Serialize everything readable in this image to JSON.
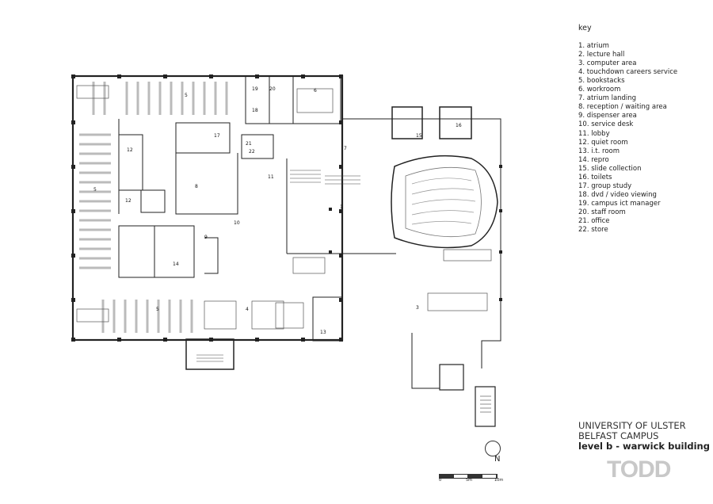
{
  "key": {
    "title": "key",
    "items": [
      "1. atrium",
      "2. lecture hall",
      "3. computer area",
      "4. touchdown careers service",
      "5. bookstacks",
      "6. workroom",
      "7. atrium landing",
      "8. reception / waiting area",
      "9. dispenser area",
      "10. service desk",
      "11. lobby",
      "12. quiet room",
      "13. i.t. room",
      "14. repro",
      "15. slide collection",
      "16. toilets",
      "17. group study",
      "18. dvd / video viewing",
      "19. campus ict manager",
      "20. staff room",
      "21. office",
      "22. store"
    ]
  },
  "title_block": {
    "line1": "UNIVERSITY OF ULSTER",
    "line2": "BELFAST CAMPUS",
    "line3": "level b - warwick building"
  },
  "logo": "TODD",
  "north_label": "N",
  "scale": [
    "0",
    "5m",
    "10m"
  ],
  "room_labels": [
    "5",
    "5",
    "5",
    "1",
    "3",
    "7",
    "8",
    "9",
    "10",
    "11",
    "14",
    "17",
    "19",
    "20",
    "16",
    "15",
    "18",
    "21",
    "22",
    "12",
    "13",
    "6",
    "12",
    "4"
  ]
}
